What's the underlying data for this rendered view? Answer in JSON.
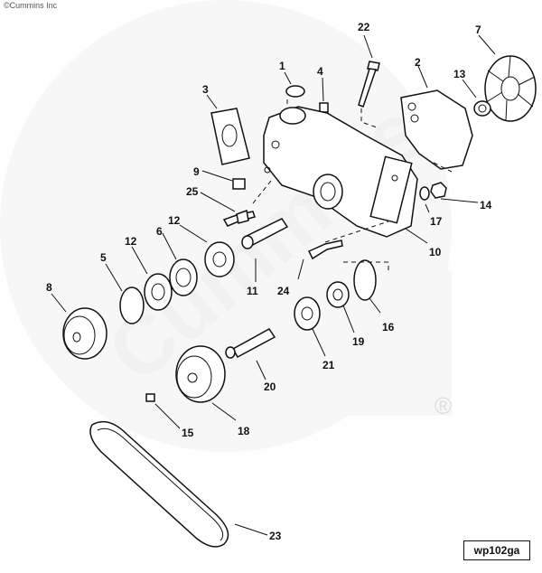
{
  "copyright": "©Cummins Inc",
  "watermark": "Cummins",
  "registered_mark": "®",
  "figure_code": "wp102ga",
  "callouts": [
    {
      "number": "1"
    },
    {
      "number": "2"
    },
    {
      "number": "3"
    },
    {
      "number": "4"
    },
    {
      "number": "5"
    },
    {
      "number": "6"
    },
    {
      "number": "7"
    },
    {
      "number": "8"
    },
    {
      "number": "9"
    },
    {
      "number": "10"
    },
    {
      "number": "11"
    },
    {
      "number": "12"
    },
    {
      "number": "12"
    },
    {
      "number": "13"
    },
    {
      "number": "14"
    },
    {
      "number": "15"
    },
    {
      "number": "16"
    },
    {
      "number": "17"
    },
    {
      "number": "18"
    },
    {
      "number": "19"
    },
    {
      "number": "20"
    },
    {
      "number": "21"
    },
    {
      "number": "22"
    },
    {
      "number": "23"
    },
    {
      "number": "24"
    },
    {
      "number": "25"
    }
  ]
}
